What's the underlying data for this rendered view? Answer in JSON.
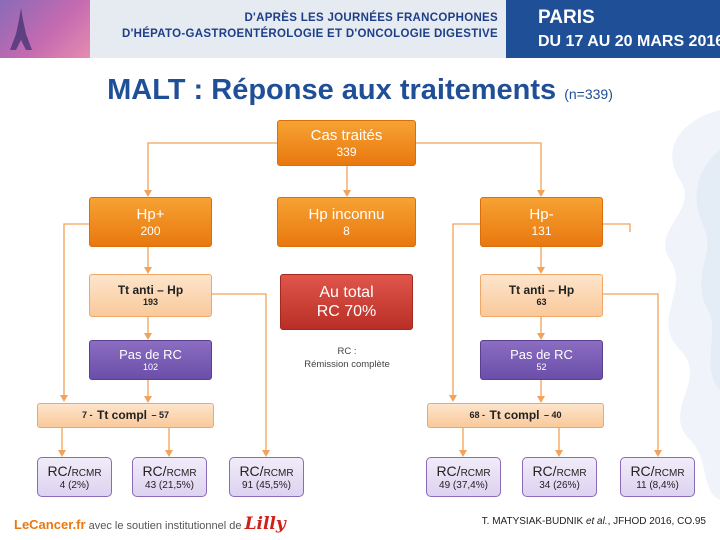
{
  "header": {
    "line1": "D'APRÈS LES JOURNÉES FRANCOPHONES",
    "line2": "D'HÉPATO-GASTROENTÉROLOGIE ET D'ONCOLOGIE DIGESTIVE",
    "city": "PARIS",
    "dates": "DU 17 AU 20 MARS 2016"
  },
  "title": {
    "main": "MALT : Réponse aux traitements",
    "n": "(n=339)"
  },
  "diagram": {
    "root": {
      "label": "Cas traités",
      "value": "339"
    },
    "hp_pos": {
      "label": "Hp+",
      "value": "200"
    },
    "hp_unknown": {
      "label": "Hp inconnu",
      "value": "8"
    },
    "hp_neg": {
      "label": "Hp-",
      "value": "131"
    },
    "tt_left": {
      "label": "Tt anti – Hp",
      "value": "193"
    },
    "tt_right": {
      "label": "Tt anti – Hp",
      "value": "63"
    },
    "total": {
      "line1": "Au total",
      "line2": "RC 70%"
    },
    "pas_left": {
      "label": "Pas de RC",
      "value": "102"
    },
    "pas_right": {
      "label": "Pas de RC",
      "value": "52"
    },
    "compl_left": {
      "n1": "7 -",
      "label": "Tt compl",
      "n2": "– 57"
    },
    "compl_right": {
      "n1": "68 -",
      "label": "Tt compl",
      "n2": "– 40"
    },
    "rc_note": {
      "line1": "RC :",
      "line2": "Rémission complète"
    },
    "outcomes": [
      {
        "rc": "RC/",
        "rcmr": "RCMR",
        "value": "4 (2%)"
      },
      {
        "rc": "RC/",
        "rcmr": "RCMR",
        "value": "43 (21,5%)"
      },
      {
        "rc": "RC/",
        "rcmr": "RCMR",
        "value": "91 (45,5%)"
      },
      {
        "rc": "RC/",
        "rcmr": "RCMR",
        "value": "49 (37,4%)"
      },
      {
        "rc": "RC/",
        "rcmr": "RCMR",
        "value": "34 (26%)"
      },
      {
        "rc": "RC/",
        "rcmr": "RCMR",
        "value": "11 (8,4%)"
      }
    ]
  },
  "footer": {
    "logo_brand": "LeCancer.fr",
    "logo_text": "avec le soutien institutionnel de",
    "logo_lilly": "Lilly",
    "ref_author": "T. MATYSIAK-BUDNIK",
    "ref_etal": "et al.",
    "ref_rest": ", JFHOD 2016, CO.95"
  },
  "colors": {
    "title_blue": "#1f4f97",
    "orange": "#f0861e",
    "purple": "#7a5cb5",
    "red": "#c9362d",
    "line_orange": "#f2a25a"
  }
}
